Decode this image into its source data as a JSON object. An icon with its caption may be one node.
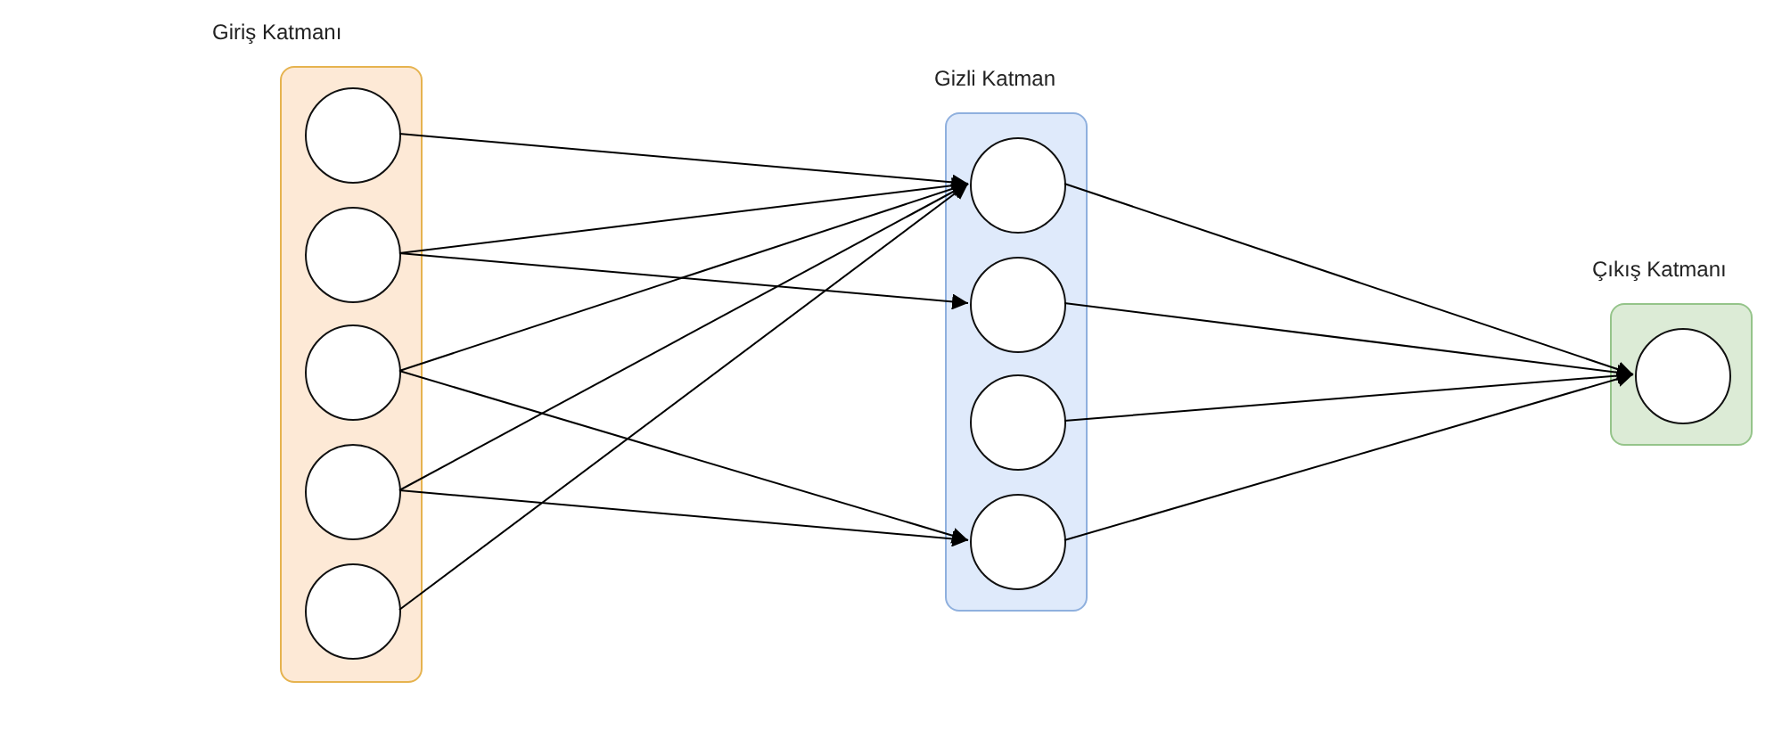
{
  "diagram": {
    "nodes": [
      {
        "text": [
          "Giriş Katmanı"
        ]
      },
      {
        "text": [],
        "shape": "circle",
        "in": 0
      },
      {
        "text": [],
        "shape": "circle",
        "in": 0
      },
      {
        "text": [],
        "shape": "circle",
        "in": 0
      },
      {
        "text": [],
        "shape": "circle",
        "in": 0
      },
      {
        "text": [],
        "shape": "circle",
        "in": 0
      },
      {
        "text": [
          "Gizli Katman"
        ]
      },
      {
        "text": [],
        "shape": "circle",
        "in": 6
      },
      {
        "text": [],
        "shape": "circle",
        "in": 6
      },
      {
        "text": [],
        "shape": "circle",
        "in": 6
      },
      {
        "text": [],
        "shape": "circle",
        "in": 6
      },
      {
        "text": [
          "Çıkış Katmanı"
        ]
      },
      {
        "text": [],
        "shape": "circle",
        "in": 11
      }
    ],
    "edges": [
      {
        "from": 1,
        "to": 7,
        "arrow": "to"
      },
      {
        "from": 2,
        "to": 7,
        "arrow": "to"
      },
      {
        "from": 2,
        "to": 8,
        "arrow": "to"
      },
      {
        "from": 3,
        "to": 7,
        "arrow": "to"
      },
      {
        "from": 3,
        "to": 10,
        "arrow": "to"
      },
      {
        "from": 4,
        "to": 7,
        "arrow": "to"
      },
      {
        "from": 4,
        "to": 10,
        "arrow": "to"
      },
      {
        "from": 5,
        "to": 7,
        "arrow": "to"
      },
      {
        "from": 7,
        "to": 12,
        "arrow": "to"
      },
      {
        "from": 8,
        "to": 12,
        "arrow": "to"
      },
      {
        "from": 9,
        "to": 12,
        "arrow": "to"
      },
      {
        "from": 10,
        "to": 12,
        "arrow": "to"
      }
    ]
  }
}
